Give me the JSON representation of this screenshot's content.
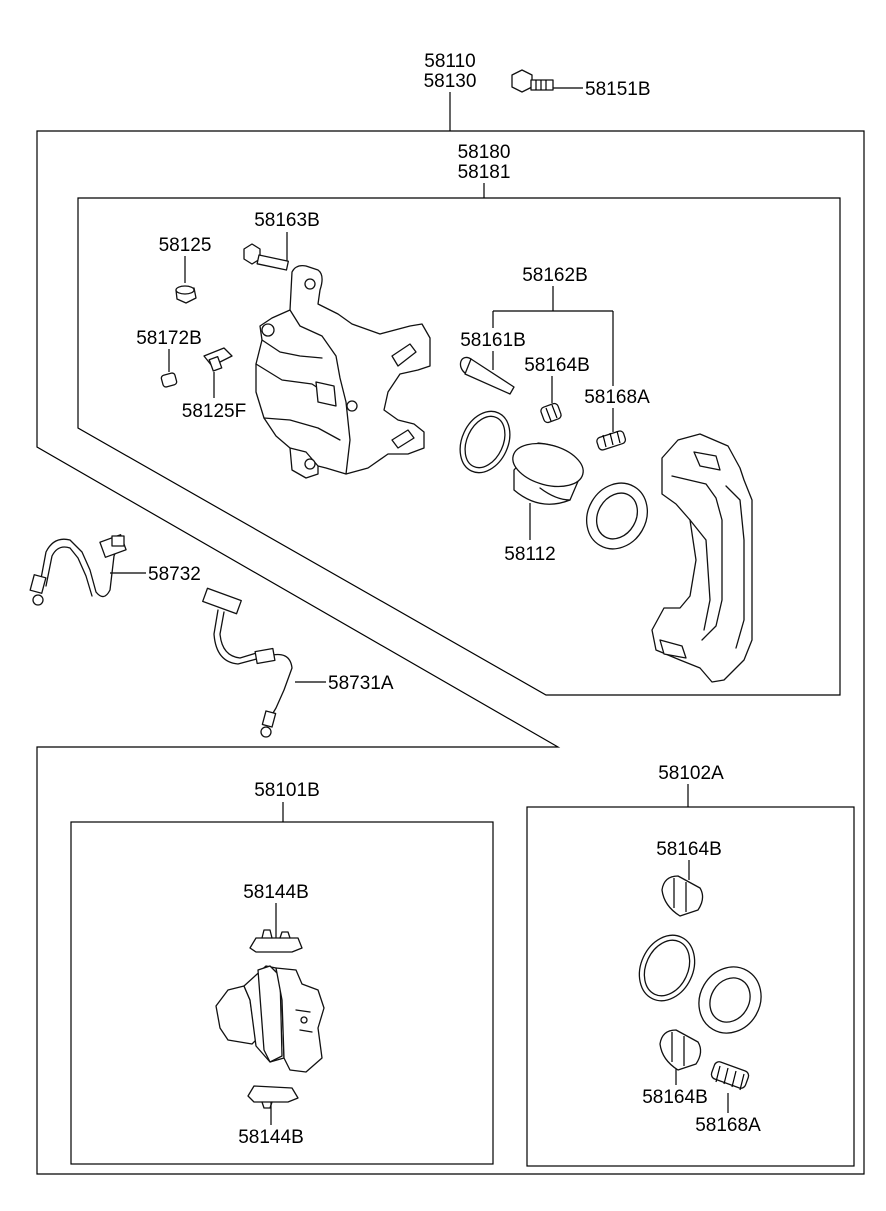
{
  "labels": {
    "assembly_lh": "58110",
    "assembly_rh": "58130",
    "mount_bolt": "58151B",
    "caliper_lh": "58180",
    "caliper_rh": "58181",
    "guide_bolt": "58163B",
    "cap_nut": "58125",
    "bleeder_cap": "58172B",
    "bleeder_screw": "58125F",
    "pin_kit": "58162B",
    "guide_pin": "58161B",
    "pin_boot_upper": "58164B",
    "pin_boot_b_upper": "58168A",
    "piston": "58112",
    "hose_a": "58732",
    "hose_b": "58731A",
    "pad_kit": "58101B",
    "pad_spring_upper": "58144B",
    "pad_spring_lower": "58144B",
    "seal_kit": "58102A",
    "kit_boot_upper": "58164B",
    "kit_boot_lower": "58164B",
    "kit_boot_b": "58168A"
  }
}
